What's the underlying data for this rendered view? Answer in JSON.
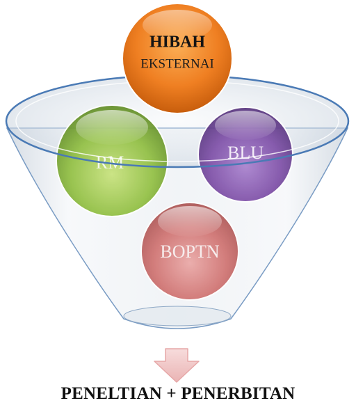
{
  "funnel": {
    "rim_color": "#4a7ab5",
    "glass_color": "#e7ecf1"
  },
  "sources": {
    "top": {
      "title": "HIBAH",
      "subtitle": "EKSTERNAI",
      "color": "#ec7a1c"
    },
    "left": {
      "label": "RM",
      "color": "#8dbc3c"
    },
    "right": {
      "label": "BLU",
      "color": "#7a4aa3"
    },
    "bottom": {
      "label": "BOPTN",
      "color": "#c75b5b"
    }
  },
  "arrow": {
    "icon": "down-arrow-icon",
    "color": "#f0c6c6"
  },
  "output": {
    "label": "PENELTIAN + PENERBITAN"
  }
}
